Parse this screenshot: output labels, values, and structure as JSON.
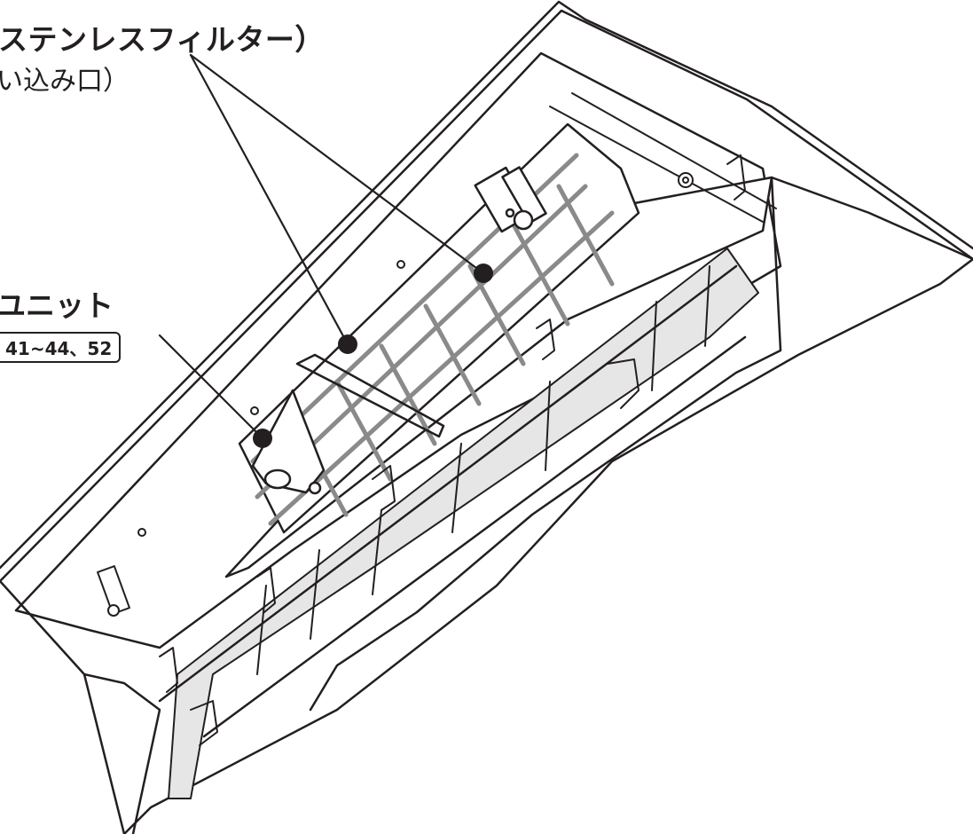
{
  "labels": {
    "filter_title": "ステンレスフィルター）",
    "filter_sub": "い込み口）",
    "unit_title": "ユニット",
    "unit_ref": "41~44、52"
  },
  "colors": {
    "line": "#231f20",
    "shade": "#e6e6e6",
    "background": "#ffffff"
  }
}
